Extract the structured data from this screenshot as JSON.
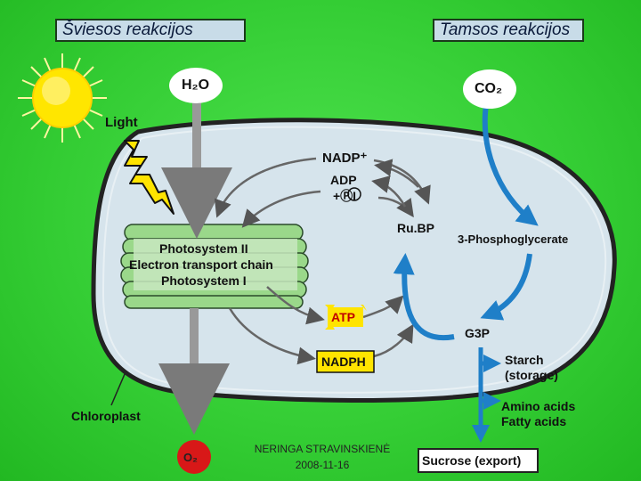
{
  "headers": {
    "left": "Šviesos reakcijos",
    "right": "Tamsos reakcijos"
  },
  "labels": {
    "h2o": "H₂O",
    "co2": "CO₂",
    "light": "Light",
    "nadp_plus": "NADP⁺",
    "adp": "ADP",
    "pi": "+ⓅI",
    "rubp": "Ru.BP",
    "pga": "3-Phosphoglycerate",
    "ps2": "Photosystem II",
    "etc": "Electron transport chain",
    "ps1": "Photosystem I",
    "atp": "ATP",
    "nadph": "NADPH",
    "g3p": "G3P",
    "starch": "Starch",
    "storage": "(storage)",
    "amino": "Amino acids",
    "fatty": "Fatty acids",
    "chloroplast": "Chloroplast",
    "o2": "O₂",
    "sucrose": "Sucrose (export)"
  },
  "footer": {
    "author": "NERINGA STRAVINSKIENĖ",
    "date": "2008-11-16"
  },
  "colors": {
    "background": "#33cc33",
    "chloroplast_fill": "#d6e4ec",
    "stroma_outline": "#222222",
    "thylakoid_fill": "#9ad88a",
    "arrow_blue": "#1f7fc8",
    "arrow_gray": "#7a7a7a",
    "sun": "#ffe600",
    "highlight": "#ffe400",
    "o2_red": "#d81818"
  }
}
